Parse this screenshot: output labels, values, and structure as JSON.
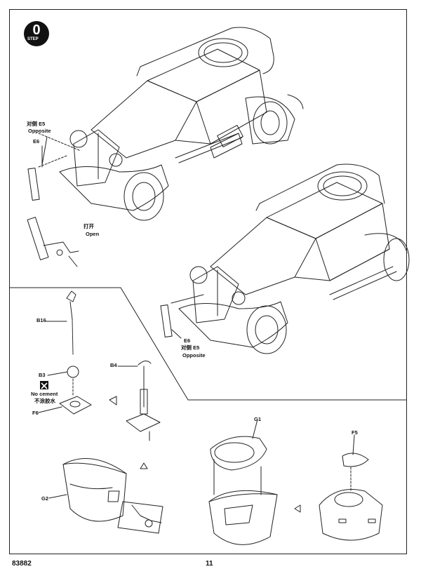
{
  "step": {
    "number": "0",
    "word": "STEP"
  },
  "labels": {
    "top_opposite_cn": "对侧 E5",
    "top_opposite_en": "Opposite",
    "top_e6": "E6",
    "open_cn": "打开",
    "open_en": "Open",
    "mid_e6": "E6",
    "mid_opposite_cn": "对侧 E5",
    "mid_opposite_en": "Opposite",
    "b16": "B16",
    "b3": "B3",
    "b4": "B4",
    "no_cement_en": "No cement",
    "no_cement_cn": "不涂胶水",
    "f6": "F6",
    "g1": "G1",
    "f5": "F5",
    "g2": "G2"
  },
  "footer": {
    "code": "83882",
    "page": "11"
  }
}
